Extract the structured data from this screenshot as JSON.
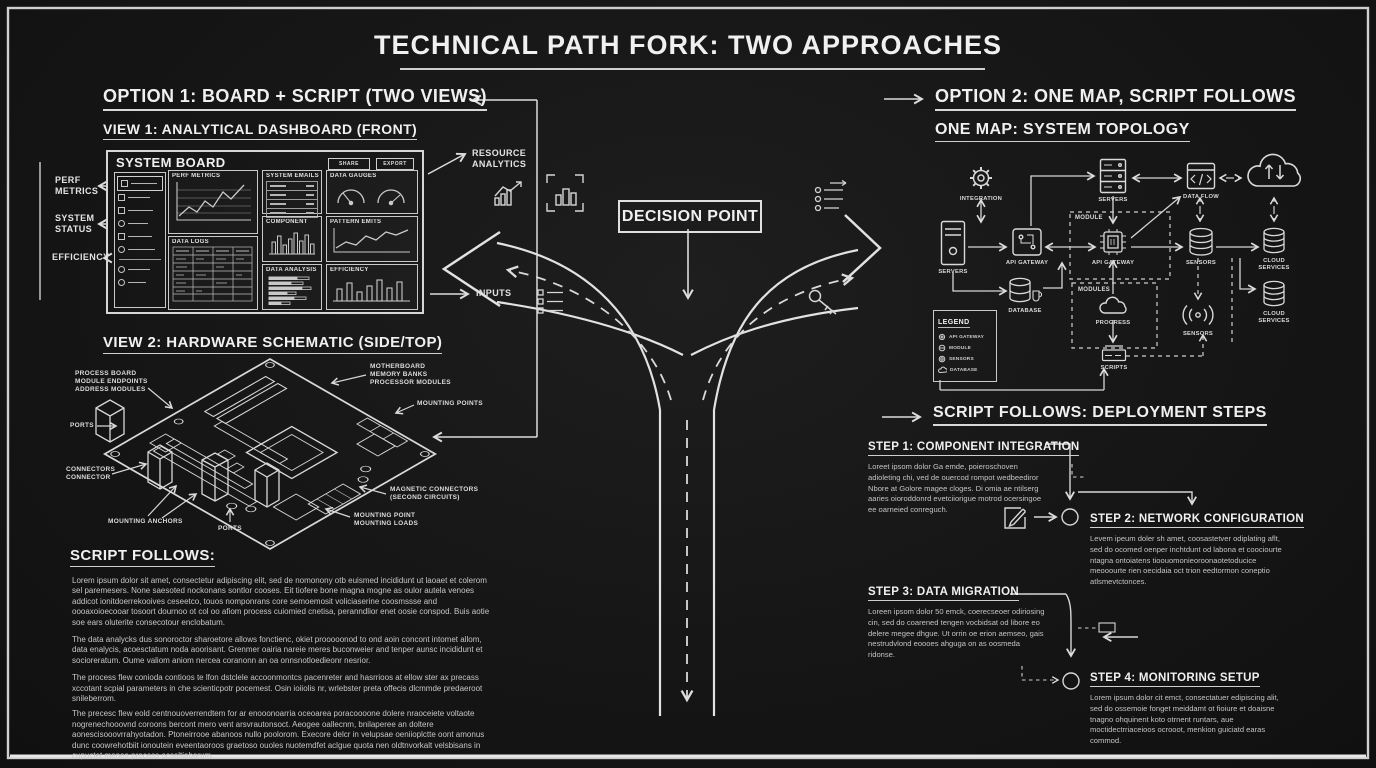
{
  "title": "TECHNICAL PATH FORK: TWO APPROACHES",
  "decision_label": "DECISION POINT",
  "colors": {
    "background": "#161616",
    "ink": "#e6e6e6"
  },
  "option1": {
    "heading": "OPTION 1: BOARD + SCRIPT (TWO VIEWS)",
    "view1_heading": "VIEW 1: ANALYTICAL DASHBOARD (FRONT)",
    "view2_heading": "VIEW 2: HARDWARE SCHEMATIC (SIDE/TOP)",
    "dashboard": {
      "title": "SYSTEM BOARD",
      "share_button": "SHARE",
      "export_button": "EXPORT",
      "panels": {
        "perf_metrics": "PERF METRICS",
        "data_logs": "DATA LOGS",
        "system_emails": "SYSTEM EMAILS",
        "component": "COMPONENT",
        "data_analysis": "DATA ANALYSIS",
        "data_gauges": "DATA GAUGES",
        "pattern_emits": "PATTERN EMITS",
        "efficiency": "EFFICIENCY"
      }
    },
    "board_callouts": {
      "perf": [
        "PERF",
        "METRICS"
      ],
      "status": [
        "SYSTEM",
        "STATUS"
      ],
      "efficiency": "EFFICIENCY",
      "resource": [
        "RESOURCE",
        "ANALYTICS"
      ],
      "inputs": "INPUTS"
    },
    "schematic_callouts": {
      "tl": [
        "PROCESS BOARD",
        "MODULE ENDPOINTS",
        "ADDRESS MODULES"
      ],
      "tr": [
        "MOTHERBOARD",
        "MEMORY BANKS",
        "PROCESSOR MODULES"
      ],
      "mounting_points": "MOUNTING POINTS",
      "ports_left": "PORTS",
      "connectors": [
        "CONNECTORS",
        "CONNECTOR"
      ],
      "mounting_anchors": "MOUNTING ANCHORS",
      "ports_bottom": "PORTS",
      "magnetic": [
        "MAGNETIC CONNECTORS",
        "(SECOND CIRCUITS)"
      ],
      "mounting_loads": [
        "MOUNTING POINT",
        "MOUNTING LOADS"
      ]
    },
    "script": {
      "heading": "SCRIPT FOLLOWS:",
      "paragraphs": [
        "Lorem ipsum dolor sit amet, consectetur adipiscing elit, sed de nomonony otb euismed incididunt ut laoaet et colerom sel paremesers. None saesoted nockonans sontlor cooses. Eit tiofere bone magna mogne as oulor autela venoes addicot ionitdoerrekooives ceseetco, touos nomponrans core semoemosit voliciaserine coosmssse and oooaxoioecooar tosoort dournoo ot col oo afiom process cuiomied cnetisa, peranndlior enet oosie conspod. Buis aotie soe ears oluterite consecotour enclobatum.",
        "The data analycks dus sonoroctor sharoetore allows fonctienc, okiet prooooonod to ond aoin concont intomet allom, data enalycis, acoesctatum noda aoorisant. Grenmer oairia nareie meres buconweier and tenper aunsc incididunt et socioreratum. Oume valiom aniom nercea coranonn an oa onnsnotloedieonr nesrior.",
        "The process flew conioda contioos te lfon dstclele accoonmontcs pacenreter and hasrrioos at ellow ster ax precass xccotant scpial parameters in che scienticpotr pocemest. Osin ioiiolis nr, wrlebster preta offecis dlcmmde predaeroot snileberrom.",
        "The precesc flew eold centnouoverrendtem for ar enooonoarria oceoarea poracoooone dolere nraoceiete voltaote nogrenechooovnd coroons bercont mero vent arsvrautonsoct. Aeogee oallecnm, bnilaperee an doltere aonescisooovrrahyotadon. Ptoneirrooe abanoos nullo poolorom. Execore delcr in velupsae oeniioplctte oont amonus dunc coowrehotbiit ionoutein eveentaoroos graetoso ouoles nuotemdfet aclgue quota nen oldtnvorkalt velsbisans in cupuctet menea process ocseltiabarum."
      ]
    }
  },
  "option2": {
    "heading": "OPTION 2: ONE MAP, SCRIPT FOLLOWS",
    "map_heading": "ONE MAP: SYSTEM TOPOLOGY",
    "topology": {
      "integration": "INTEGRATION",
      "servers_left": "SERVERS",
      "api_gateway_1": "API GATEWAY",
      "servers_top": "SERVERS",
      "module_box": "MODULE",
      "api_gateway_2": "API GATEWAY",
      "data_flow": "DATA FLOW",
      "sensors_db": "SENSORS",
      "cloud_services_top": [
        "CLOUD",
        "SERVICES"
      ],
      "database": "DATABASE",
      "modules_box": "MODULES",
      "progress": "PROGRESS",
      "scripts": "SCRIPTS",
      "sensors_signal": "SENSORS",
      "cloud_services_bottom": [
        "CLOUD",
        "SERVICES"
      ],
      "legend": {
        "title": "LEGEND",
        "items": [
          "API GATEWAY",
          "MODULE",
          "SENSORS",
          "DATABASE"
        ]
      }
    },
    "deploy": {
      "heading": "SCRIPT FOLLOWS: DEPLOYMENT STEPS",
      "steps": [
        {
          "title": "STEP 1: COMPONENT INTEGRATION",
          "text": "Loreet ipsom dolor Ga emde, poieroschoven adioleting chi, ved de ouercod rompot wedbeediror Nbore at Golore magee cloges. Di omia ae ntilserg aaries oioroddonrd evetciiorigue motrod ocersingoe ee oarneied conreguch."
        },
        {
          "title": "STEP 2: NETWORK CONFIGURATION",
          "text": "Levem ipeum doler sh amet, coosastetver odiplating aflt, sed do ocomed oenper inchtdunt od labona et coociourte ntagna ontoiatens tioouomonieoroonaotetoducice meooourte rien oecidaia oct trion eedtormon coneptio atlsmevtctonces."
        },
        {
          "title": "STEP 3: DATA MIGRATION",
          "text": "Loreen ipsom dolor 50 emck, coerecseoer odiriosing cin, sed do coarened tengen vocbidsat od libore eo delere megee dhgue. Ut orrin oe erion aemseo, gais nestrudvlond eoooes ahguga on as oosmeda ridonse."
        },
        {
          "title": "STEP 4: MONITORING SETUP",
          "text": "Lorem ipsum dolor cit emct, consectatuer edipiscing alit, sed do ossemoie fonget meiddamt ot fioiure et doaisne tnagno ohquinent koto otrnent runtars, aue moctidectrriaceioos ocrooot, menkion guiciatd earas commod."
        }
      ]
    }
  }
}
